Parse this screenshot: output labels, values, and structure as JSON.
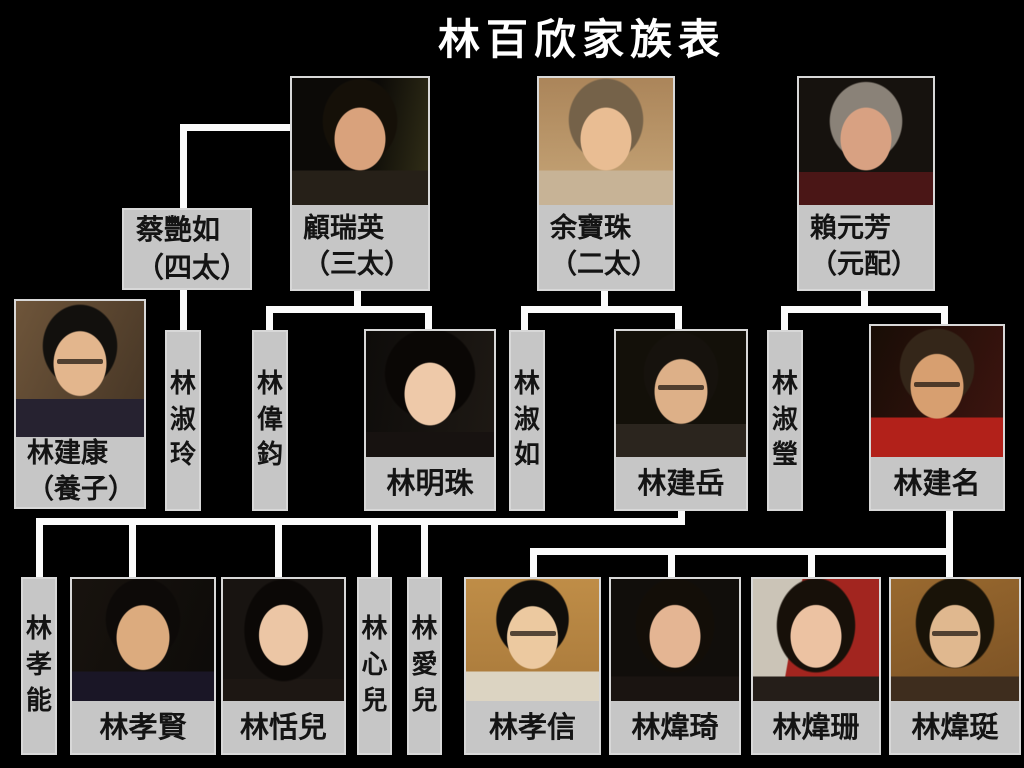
{
  "title": "林百欣家族表",
  "people": {
    "cai": {
      "name": "蔡艷如",
      "subtitle": "（四太）"
    },
    "gu": {
      "name": "顧瑞英",
      "subtitle": "（三太）"
    },
    "yu": {
      "name": "余寶珠",
      "subtitle": "（二太）"
    },
    "lai": {
      "name": "賴元芳",
      "subtitle": "（元配）"
    },
    "jiankang": {
      "name": "林建康",
      "subtitle": "（養子）"
    },
    "shuling": {
      "name": "林淑玲"
    },
    "weijun": {
      "name": "林偉鈞"
    },
    "mingzhu": {
      "name": "林明珠"
    },
    "shuru": {
      "name": "林淑如"
    },
    "jianyue": {
      "name": "林建岳"
    },
    "shuying": {
      "name": "林淑瑩"
    },
    "jianming": {
      "name": "林建名"
    },
    "xiaoneng": {
      "name": "林孝能"
    },
    "xiaoxian": {
      "name": "林孝賢"
    },
    "tianer": {
      "name": "林恬兒"
    },
    "xiner": {
      "name": "林心兒"
    },
    "aier": {
      "name": "林愛兒"
    },
    "xiaoxin": {
      "name": "林孝信"
    },
    "weiqi": {
      "name": "林煒琦"
    },
    "weishan": {
      "name": "林煒珊"
    },
    "weiting": {
      "name": "林煒珽"
    }
  },
  "relations": [
    {
      "parent": "蔡艷如",
      "children": [
        "林淑玲"
      ]
    },
    {
      "parent": "顧瑞英",
      "children": [
        "林偉鈞",
        "林明珠"
      ]
    },
    {
      "parent": "余寶珠",
      "children": [
        "林淑如",
        "林建岳"
      ]
    },
    {
      "parent": "賴元芳",
      "children": [
        "林淑瑩",
        "林建名"
      ]
    },
    {
      "parent": "林建岳",
      "children": [
        "林孝能",
        "林孝賢",
        "林恬兒",
        "林心兒",
        "林愛兒"
      ]
    },
    {
      "parent": "林建名",
      "children": [
        "林孝信",
        "林煒琦",
        "林煒珊",
        "林煒珽"
      ]
    }
  ],
  "colors": {
    "background": "#000000",
    "box_background": "#c6c6c6",
    "connector_line": "#ffffff",
    "title_text": "#ffffff",
    "label_text": "#141414"
  }
}
